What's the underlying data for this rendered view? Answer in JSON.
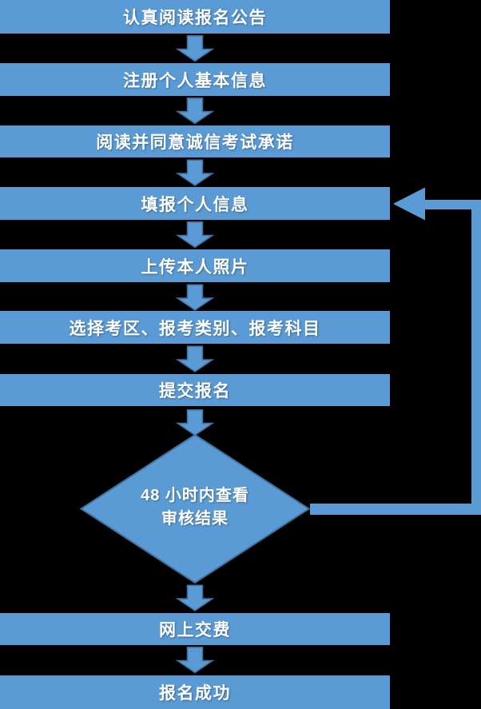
{
  "page": {
    "background": "#000000"
  },
  "colors": {
    "shape_fill": "#5B9BD5",
    "shape_border": "#41719C",
    "text": "#FFFFFF"
  },
  "flow": {
    "steps": [
      {
        "label": "认真阅读报名公告"
      },
      {
        "label": "注册个人基本信息"
      },
      {
        "label": "阅读并同意诚信考试承诺"
      },
      {
        "label": "填报个人信息"
      },
      {
        "label": "上传本人照片"
      },
      {
        "label": "选择考区、报考类别、报考科目"
      },
      {
        "label": "提交报名"
      },
      {
        "label": "网上交费"
      },
      {
        "label": "报名成功"
      }
    ],
    "decision": {
      "line1": "48 小时内查看",
      "line2": "审核结果"
    }
  }
}
